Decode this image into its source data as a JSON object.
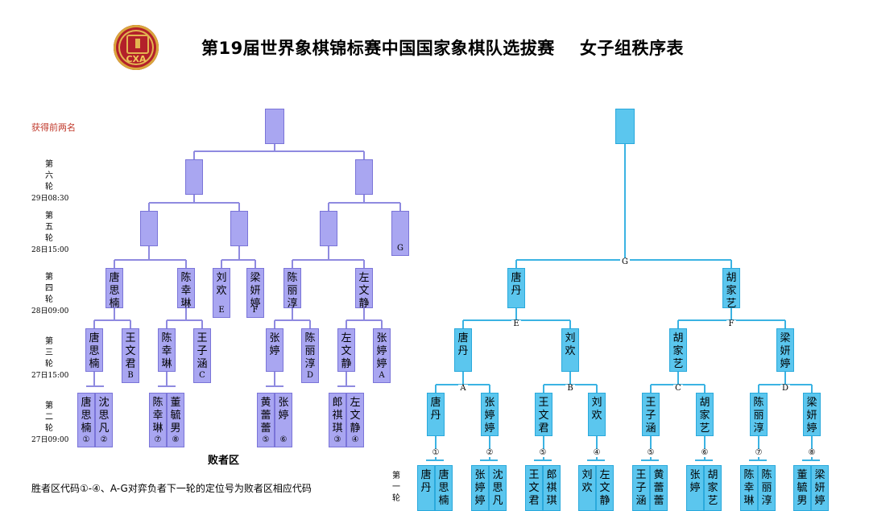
{
  "header": {
    "logo_text": "CXA",
    "title": "第19届世界象棋锦标赛中国国家象棋队选拔赛    女子组秩序表",
    "top_note": "获得前两名"
  },
  "round_labels": [
    {
      "vertical": "第六轮",
      "time": "29日08:30"
    },
    {
      "vertical": "第五轮",
      "time": "28日15:00"
    },
    {
      "vertical": "第四轮",
      "time": "28日09:00"
    },
    {
      "vertical": "第三轮",
      "time": "27日15:00"
    },
    {
      "vertical": "第二轮",
      "time": "27日09:00"
    }
  ],
  "bottom_round_label": "第一轮",
  "defeated_zone_label": "败者区",
  "footer_note": "胜者区代码①-④、A-G对弈负者下一轮的定位号为败者区相应代码",
  "left_boxes": [
    {
      "name": "",
      "tag": ""
    },
    {
      "name": "",
      "tag": ""
    },
    {
      "name": "",
      "tag": ""
    },
    {
      "name": "",
      "tag": ""
    },
    {
      "name": "",
      "tag": ""
    },
    {
      "name": "",
      "tag": ""
    },
    {
      "name": "",
      "tag": "G"
    },
    {
      "name": "唐思楠",
      "tag": ""
    },
    {
      "name": "陈幸琳",
      "tag": ""
    },
    {
      "name": "刘欢",
      "tag": "E"
    },
    {
      "name": "梁妍婷",
      "tag": "F"
    },
    {
      "name": "陈丽淳",
      "tag": ""
    },
    {
      "name": "左文静",
      "tag": ""
    },
    {
      "name": "唐思楠",
      "tag": ""
    },
    {
      "name": "王文君",
      "tag": "B"
    },
    {
      "name": "陈幸琳",
      "tag": ""
    },
    {
      "name": "王子涵",
      "tag": "C"
    },
    {
      "name": "张婷",
      "tag": ""
    },
    {
      "name": "陈丽淳",
      "tag": "D"
    },
    {
      "name": "左文静",
      "tag": ""
    },
    {
      "name": "张婷婷",
      "tag": "A"
    },
    {
      "name": "唐思楠",
      "tag": "①"
    },
    {
      "name": "沈思凡",
      "tag": "②"
    },
    {
      "name": "陈幸琳",
      "tag": "⑦"
    },
    {
      "name": "董毓男",
      "tag": "⑧"
    },
    {
      "name": "黄蕾蕾",
      "tag": "⑤"
    },
    {
      "name": "张婷",
      "tag": "⑥"
    },
    {
      "name": "郎祺琪",
      "tag": "③"
    },
    {
      "name": "左文静",
      "tag": "④"
    }
  ],
  "right_boxes": [
    {
      "name": ""
    },
    {
      "name": "唐丹"
    },
    {
      "name": "胡家艺"
    },
    {
      "name": "唐丹"
    },
    {
      "name": "刘欢"
    },
    {
      "name": "胡家艺"
    },
    {
      "name": "梁妍婷"
    },
    {
      "name": "唐丹"
    },
    {
      "name": "张婷婷"
    },
    {
      "name": "王文君"
    },
    {
      "name": "刘欢"
    },
    {
      "name": "王子涵"
    },
    {
      "name": "胡家艺"
    },
    {
      "name": "陈丽淳"
    },
    {
      "name": "梁妍婷"
    },
    {
      "name": "唐丹"
    },
    {
      "name": "唐思楠"
    },
    {
      "name": "张婷婷"
    },
    {
      "name": "沈思凡"
    },
    {
      "name": "王文君"
    },
    {
      "name": "郎祺琪"
    },
    {
      "name": "刘欢"
    },
    {
      "name": "左文静"
    },
    {
      "name": "王子涵"
    },
    {
      "name": "黄蕾蕾"
    },
    {
      "name": "张婷"
    },
    {
      "name": "胡家艺"
    },
    {
      "name": "陈幸琳"
    },
    {
      "name": "陈丽淳"
    },
    {
      "name": "董毓男"
    },
    {
      "name": "梁妍婷"
    }
  ],
  "right_letters": [
    "G",
    "E",
    "F",
    "A",
    "B",
    "C",
    "D",
    "①",
    "②",
    "⑤",
    "④",
    "⑤",
    "⑥",
    "⑦",
    "⑧"
  ],
  "colors": {
    "left_box": "#a9a6f1",
    "left_line": "#8f8ae0",
    "right_box": "#5bc6ee",
    "right_line": "#3bb3e3"
  }
}
